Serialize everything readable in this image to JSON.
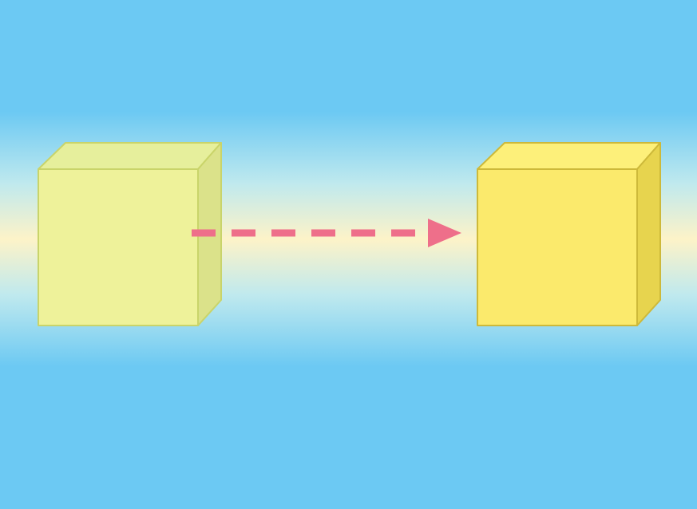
{
  "diagram": {
    "description_type": "translation-arrow",
    "colors": {
      "sky_blue": "#6cc9f3",
      "band_cream": "#fdf3c8",
      "band_mint": "#bfe9ee",
      "cube_faded_front": "#eef29a",
      "cube_faded_top": "#e6ef9c",
      "cube_faded_side": "#dbe28a",
      "cube_faded_edge": "#c9d46a",
      "cube_solid_front": "#fbea6c",
      "cube_solid_top": "#fdf07a",
      "cube_solid_side": "#e7d44e",
      "cube_solid_edge": "#cdb93a",
      "arrow": "#ee6f8a"
    },
    "nodes": [
      {
        "id": "source-cube",
        "style": "faded"
      },
      {
        "id": "target-cube",
        "style": "solid"
      }
    ],
    "edges": [
      {
        "from": "source-cube",
        "to": "target-cube",
        "line": "dashed",
        "head": "triangle"
      }
    ]
  }
}
